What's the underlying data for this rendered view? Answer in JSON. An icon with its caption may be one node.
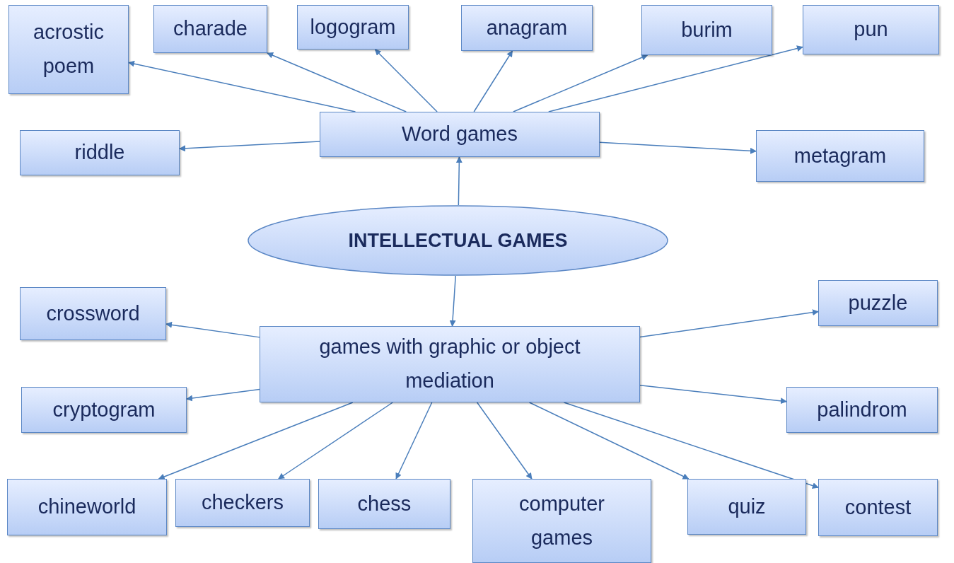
{
  "diagram": {
    "nodes": [
      {
        "text": [
          "acrostic poem"
        ]
      },
      {
        "text": [
          "charade"
        ]
      },
      {
        "text": [
          "logogram"
        ]
      },
      {
        "text": [
          "anagram"
        ]
      },
      {
        "text": [
          "burim"
        ]
      },
      {
        "text": [
          "pun"
        ]
      },
      {
        "text": [
          "Word games"
        ]
      },
      {
        "text": [
          "riddle"
        ]
      },
      {
        "text": [
          "metagram"
        ]
      },
      {
        "text": [
          "INTELLECTUAL GAMES"
        ]
      },
      {
        "text": [
          "games with graphic or object mediation"
        ]
      },
      {
        "text": [
          "crossword"
        ]
      },
      {
        "text": [
          "puzzle"
        ]
      },
      {
        "text": [
          "cryptogram"
        ]
      },
      {
        "text": [
          "palindrom"
        ]
      },
      {
        "text": [
          "chineworld"
        ]
      },
      {
        "text": [
          "checkers"
        ]
      },
      {
        "text": [
          "chess"
        ]
      },
      {
        "text": [
          "computer games"
        ]
      },
      {
        "text": [
          "quiz"
        ]
      },
      {
        "text": [
          "contest"
        ]
      }
    ],
    "edges": [
      {
        "from": 9,
        "to": 6,
        "arrow": "to"
      },
      {
        "from": 6,
        "to": 0,
        "arrow": "to"
      },
      {
        "from": 6,
        "to": 1,
        "arrow": "to"
      },
      {
        "from": 6,
        "to": 2,
        "arrow": "to"
      },
      {
        "from": 6,
        "to": 3,
        "arrow": "to"
      },
      {
        "from": 6,
        "to": 4,
        "arrow": "to"
      },
      {
        "from": 6,
        "to": 5,
        "arrow": "to"
      },
      {
        "from": 6,
        "to": 7,
        "arrow": "to"
      },
      {
        "from": 6,
        "to": 8,
        "arrow": "to"
      },
      {
        "from": 9,
        "to": 10,
        "arrow": "to"
      },
      {
        "from": 10,
        "to": 11,
        "arrow": "to"
      },
      {
        "from": 10,
        "to": 12,
        "arrow": "to"
      },
      {
        "from": 10,
        "to": 13,
        "arrow": "to"
      },
      {
        "from": 10,
        "to": 14,
        "arrow": "to"
      },
      {
        "from": 10,
        "to": 15,
        "arrow": "to"
      },
      {
        "from": 10,
        "to": 16,
        "arrow": "to"
      },
      {
        "from": 10,
        "to": 17,
        "arrow": "to"
      },
      {
        "from": 10,
        "to": 18,
        "arrow": "to"
      },
      {
        "from": 10,
        "to": 19,
        "arrow": "to"
      },
      {
        "from": 10,
        "to": 20,
        "arrow": "to"
      }
    ]
  }
}
